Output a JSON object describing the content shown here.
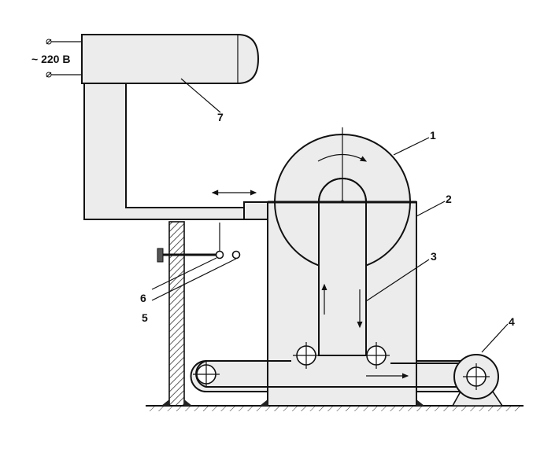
{
  "power": {
    "voltage_label": "~ 220 В"
  },
  "callouts": [
    {
      "id": "1",
      "text": "1"
    },
    {
      "id": "2",
      "text": "2"
    },
    {
      "id": "3",
      "text": "3"
    },
    {
      "id": "4",
      "text": "4"
    },
    {
      "id": "5",
      "text": "5"
    },
    {
      "id": "6",
      "text": "6"
    },
    {
      "id": "7",
      "text": "7"
    }
  ],
  "colors": {
    "line": "#111111",
    "fill": "#ececec",
    "hatch": "#333333",
    "background": "#ffffff"
  }
}
